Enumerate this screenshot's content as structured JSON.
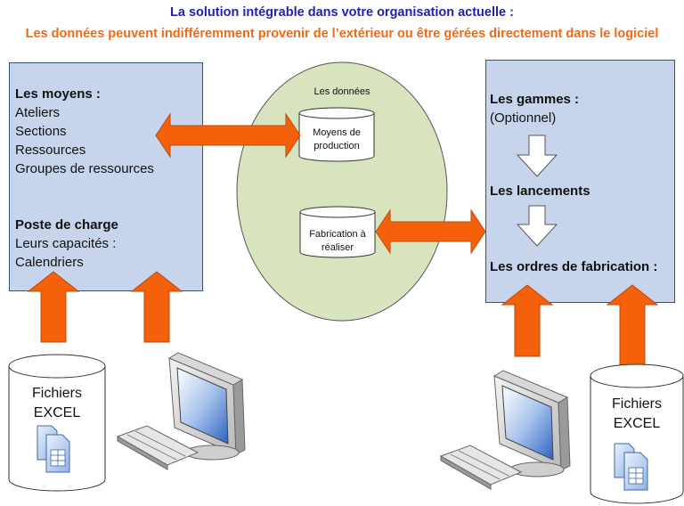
{
  "header": {
    "title": "La solution intégrable dans votre organisation actuelle :",
    "subtitle": "Les données peuvent indifféremment provenir de l’extérieur ou être gérées directement dans le logiciel"
  },
  "left_panel": {
    "heading_means": "Les moyens :",
    "means_items": [
      "Ateliers",
      "Sections",
      "Ressources",
      "Groupes de ressources"
    ],
    "heading_workstation": "Poste de charge",
    "workstation_items": [
      "Leurs capacités :",
      "Calendriers"
    ]
  },
  "center": {
    "label": "Les données",
    "db_means": [
      "Moyens de",
      "production"
    ],
    "db_fabrication": [
      "Fabrication à",
      "réaliser"
    ]
  },
  "right_panel": {
    "ranges": "Les gammes :",
    "optional": "(Optionnel)",
    "launches": "Les lancements",
    "orders": "Les ordres de fabrication :"
  },
  "sources": {
    "excel_left": [
      "Fichiers",
      "EXCEL"
    ],
    "excel_right": [
      "Fichiers",
      "EXCEL"
    ]
  },
  "colors": {
    "title": "#1f1fb8",
    "subtitle": "#f06a16",
    "arrow_fill": "#f5610a",
    "arrow_stroke": "#b84a12",
    "panel": "#c6d5ec",
    "circle": "#d7e4bd"
  }
}
